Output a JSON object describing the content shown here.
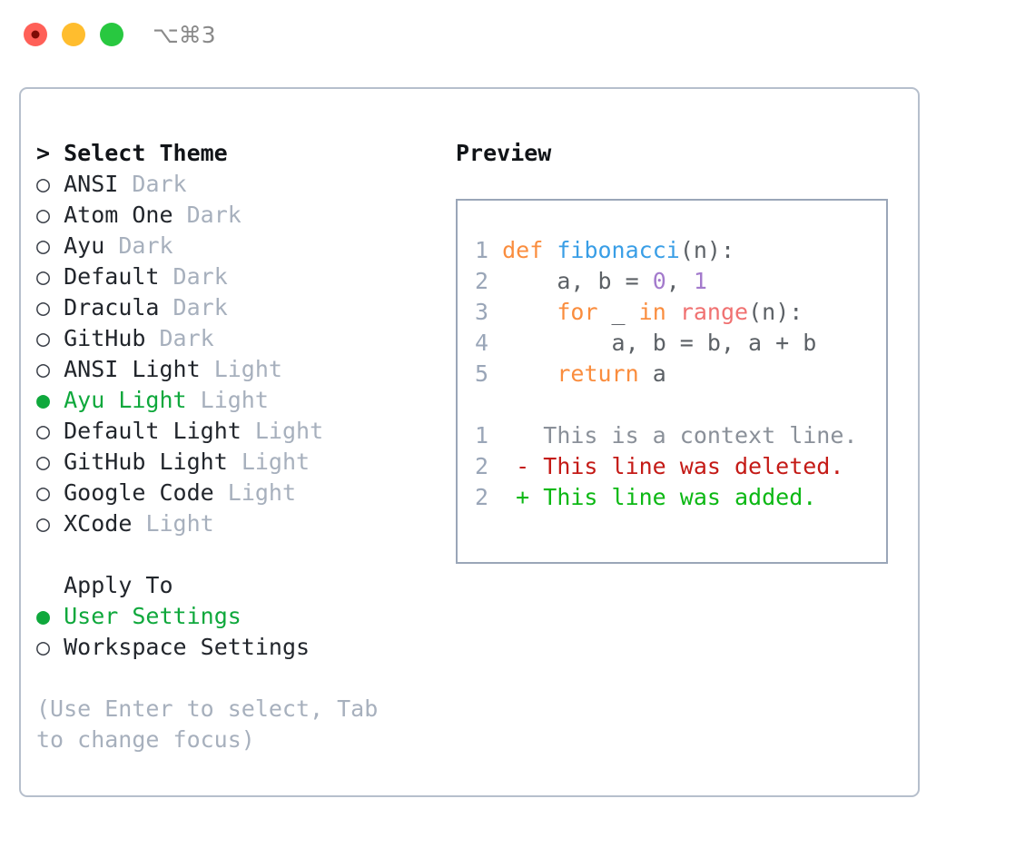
{
  "titlebar": {
    "dots": [
      "close",
      "minimize",
      "maximize"
    ],
    "shortcut": "⌥⌘3"
  },
  "theme_picker": {
    "header": "> Select Theme",
    "options": [
      {
        "bullet": "○",
        "label": "ANSI",
        "tag": "Dark",
        "selected": false
      },
      {
        "bullet": "○",
        "label": "Atom One",
        "tag": "Dark",
        "selected": false
      },
      {
        "bullet": "○",
        "label": "Ayu",
        "tag": "Dark",
        "selected": false
      },
      {
        "bullet": "○",
        "label": "Default",
        "tag": "Dark",
        "selected": false
      },
      {
        "bullet": "○",
        "label": "Dracula",
        "tag": "Dark",
        "selected": false
      },
      {
        "bullet": "○",
        "label": "GitHub",
        "tag": "Dark",
        "selected": false
      },
      {
        "bullet": "○",
        "label": "ANSI Light",
        "tag": "Light",
        "selected": false
      },
      {
        "bullet": "●",
        "label": "Ayu Light",
        "tag": "Light",
        "selected": true
      },
      {
        "bullet": "○",
        "label": "Default Light",
        "tag": "Light",
        "selected": false
      },
      {
        "bullet": "○",
        "label": "GitHub Light",
        "tag": "Light",
        "selected": false
      },
      {
        "bullet": "○",
        "label": "Google Code",
        "tag": "Light",
        "selected": false
      },
      {
        "bullet": "○",
        "label": "XCode",
        "tag": "Light",
        "selected": false
      }
    ]
  },
  "apply_to": {
    "header": "Apply To",
    "options": [
      {
        "bullet": "●",
        "label": "User Settings",
        "selected": true
      },
      {
        "bullet": "○",
        "label": "Workspace Settings",
        "selected": false
      }
    ]
  },
  "hint": "(Use Enter to select, Tab to change focus)",
  "preview": {
    "title": "Preview",
    "code_lines": [
      {
        "lineno": "1",
        "tokens": [
          {
            "t": "def",
            "c": "kw"
          },
          {
            "t": " ",
            "c": "punc"
          },
          {
            "t": "fibonacci",
            "c": "fn"
          },
          {
            "t": "(n):",
            "c": "punc"
          }
        ]
      },
      {
        "lineno": "2",
        "tokens": [
          {
            "t": "    a, b = ",
            "c": "var"
          },
          {
            "t": "0",
            "c": "num"
          },
          {
            "t": ", ",
            "c": "punc"
          },
          {
            "t": "1",
            "c": "num"
          }
        ]
      },
      {
        "lineno": "3",
        "tokens": [
          {
            "t": "    ",
            "c": "punc"
          },
          {
            "t": "for",
            "c": "kw"
          },
          {
            "t": " _ ",
            "c": "var"
          },
          {
            "t": "in",
            "c": "kw"
          },
          {
            "t": " ",
            "c": "punc"
          },
          {
            "t": "range",
            "c": "call"
          },
          {
            "t": "(n):",
            "c": "punc"
          }
        ]
      },
      {
        "lineno": "4",
        "tokens": [
          {
            "t": "        a, b = b, a + b",
            "c": "var"
          }
        ]
      },
      {
        "lineno": "5",
        "tokens": [
          {
            "t": "    ",
            "c": "punc"
          },
          {
            "t": "return",
            "c": "kw"
          },
          {
            "t": " a",
            "c": "var"
          }
        ]
      }
    ],
    "diff_lines": [
      {
        "lineno": "1",
        "marker": " ",
        "text": "This is a context line.",
        "kind": "ctx"
      },
      {
        "lineno": "2",
        "marker": "-",
        "text": "This line was deleted.",
        "kind": "del"
      },
      {
        "lineno": "2",
        "marker": "+",
        "text": "This line was added.",
        "kind": "add"
      }
    ]
  },
  "colors": {
    "accent_green": "#0fa83c",
    "panel_border": "#b6bfcc",
    "preview_border": "#9aa6b8",
    "muted_text": "#a7b0bd",
    "keyword": "#fa8d3e",
    "function": "#399ee6",
    "number": "#a37acc",
    "call": "#f07171",
    "diff_deleted": "#c41a16",
    "diff_added": "#0cb814",
    "dot_red": "#ff6058",
    "dot_yellow": "#ffbd2e",
    "dot_green": "#28c840"
  }
}
